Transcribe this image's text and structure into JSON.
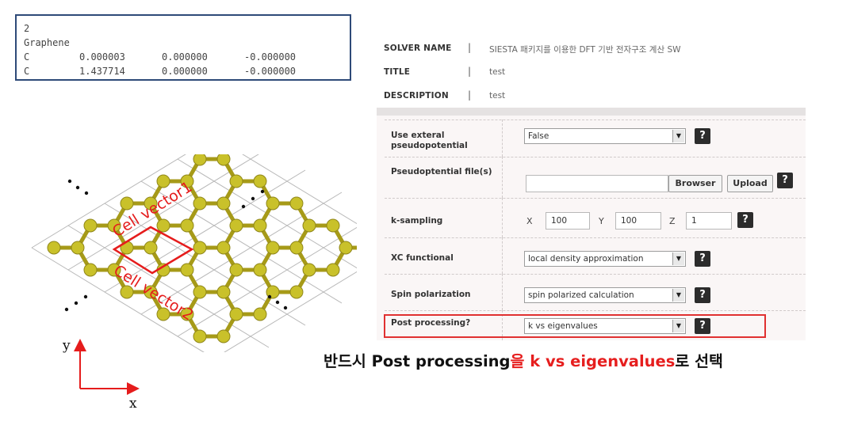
{
  "coord_file": {
    "count": "2",
    "name": "Graphene",
    "atoms": [
      {
        "element": "C",
        "x": "0.000003",
        "y": "0.000000",
        "z": "-0.000000"
      },
      {
        "element": "C",
        "x": "1.437714",
        "y": "0.000000",
        "z": "-0.000000"
      }
    ]
  },
  "lattice": {
    "cell_vector1": "Cell vector1",
    "cell_vector2": "Cell vector2",
    "axis_x": "x",
    "axis_y": "y"
  },
  "meta": [
    {
      "key": "SOLVER NAME",
      "sep": "|",
      "value": "SIESTA 패키지를 이용한 DFT 기반 전자구조 계산 SW"
    },
    {
      "key": "TITLE",
      "sep": "|",
      "value": "test"
    },
    {
      "key": "DESCRIPTION",
      "sep": "|",
      "value": "test"
    }
  ],
  "form": {
    "use_external": {
      "label": "Use exteral pseudopotential",
      "value": "False"
    },
    "pseudo_file": {
      "label": "Pseudoptential file(s)",
      "value": "",
      "browse_label": "Browser",
      "upload_label": "Upload"
    },
    "k_sampling": {
      "label": "k-sampling",
      "x_label": "X",
      "x": "100",
      "y_label": "Y",
      "y": "100",
      "z_label": "Z",
      "z": "1"
    },
    "xc": {
      "label": "XC functional",
      "value": "local density approximation"
    },
    "spin": {
      "label": "Spin polarization",
      "value": "spin polarized calculation"
    },
    "post": {
      "label": "Post processing?",
      "value": "k vs eigenvalues"
    },
    "help_label": "?"
  },
  "note": {
    "part1": "반드시 Post processing",
    "part2": "을 k vs eigenvalues",
    "part3": "로 선택"
  },
  "colors": {
    "highlight": "#e03030",
    "atom": "#c9c12a",
    "box_border": "#2e4a78"
  }
}
